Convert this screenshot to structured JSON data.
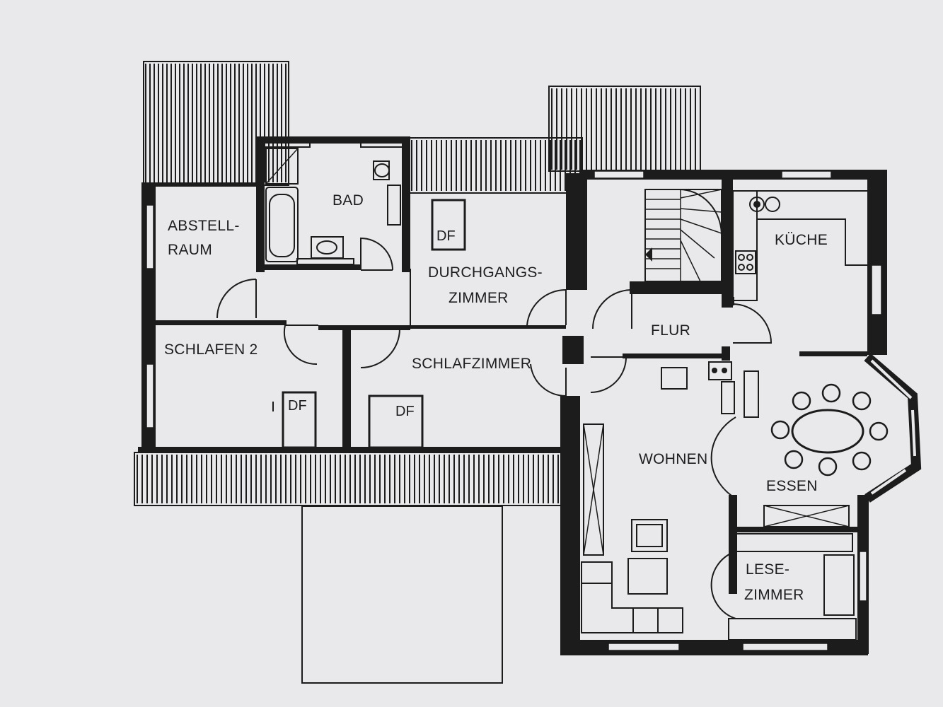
{
  "rooms": {
    "abstellraum_line1": "ABSTELL-",
    "abstellraum_line2": "RAUM",
    "bad": "BAD",
    "durchgang_line1": "DURCHGANGS-",
    "durchgang_line2": "ZIMMER",
    "kueche": "KÜCHE",
    "flur": "FLUR",
    "schlafen2": "SCHLAFEN 2",
    "schlafzimmer": "SCHLAFZIMMER",
    "wohnen": "WOHNEN",
    "essen": "ESSEN",
    "lese_line1": "LESE-",
    "lese_line2": "ZIMMER"
  },
  "skylights": {
    "durchgang": "DF",
    "schlafen2": "DF",
    "schlafzimmer": "DF"
  },
  "colors": {
    "paper": "#e9e9eb",
    "ink": "#1c1c1c"
  }
}
